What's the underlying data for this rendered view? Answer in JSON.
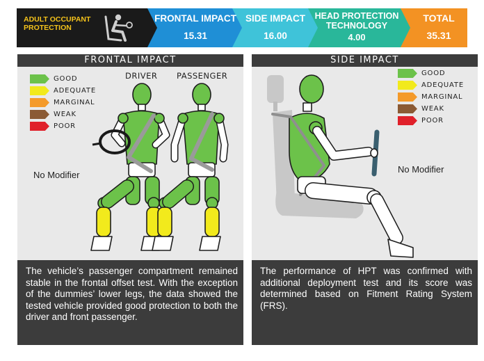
{
  "banner": {
    "title": "ADULT OCCUPANT PROTECTION",
    "title_line1": "ADULT OCCUPANT",
    "title_line2": "PROTECTION",
    "segments": [
      {
        "label": "FRONTAL IMPACT",
        "value": "15.31",
        "color": "#1f8fd6"
      },
      {
        "label": "SIDE IMPACT",
        "value": "16.00",
        "color": "#3fc3d9"
      },
      {
        "label": "HEAD PROTECTION TECHNOLOGY",
        "label_line1": "HEAD PROTECTION",
        "label_line2": "TECHNOLOGY",
        "value": "4.00",
        "color": "#29b79a"
      },
      {
        "label": "TOTAL",
        "value": "35.31",
        "color": "#f39223"
      }
    ]
  },
  "legend": [
    {
      "label": "GOOD",
      "color": "#6cc24a"
    },
    {
      "label": "ADEQUATE",
      "color": "#f2ea1c"
    },
    {
      "label": "MARGINAL",
      "color": "#f49a2a"
    },
    {
      "label": "WEAK",
      "color": "#8b5a34"
    },
    {
      "label": "POOR",
      "color": "#e0202a"
    }
  ],
  "frontal": {
    "title": "FRONTAL IMPACT",
    "driver_label": "DRIVER",
    "passenger_label": "PASSENGER",
    "modifier": "No Modifier",
    "description": "The vehicle’s passenger compartment remained stable in the frontal offset test. With the exception of the dummies’ lower legs, the data showed the tested vehicle provided good protection to both the driver and front passenger."
  },
  "side": {
    "title": "SIDE IMPACT",
    "modifier": "No Modifier",
    "description": "The performance of HPT was confirmed with additional deployment test and its score was determined based on Fitment Rating System (FRS)."
  }
}
